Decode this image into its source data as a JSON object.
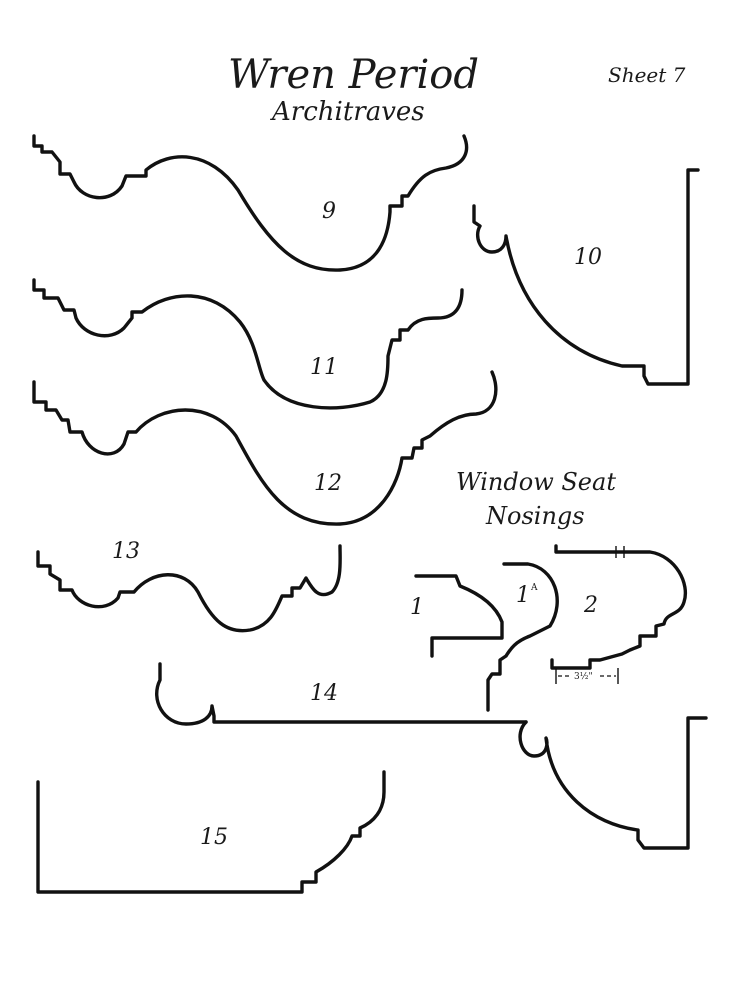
{
  "title": "Wren Period",
  "subtitle": "Architraves",
  "sheet": "Sheet 7",
  "section_title_line1": "Window Seat",
  "section_title_line2": "Nosings",
  "labels": {
    "p9": "9",
    "p10": "10",
    "p11": "11",
    "p12": "12",
    "p13": "13",
    "p14": "14",
    "p15": "15",
    "n1": "1",
    "n1a": "1",
    "n1a_sup": "A",
    "n2": "2"
  },
  "dimension": "3½\"",
  "ink_color": "#111111"
}
